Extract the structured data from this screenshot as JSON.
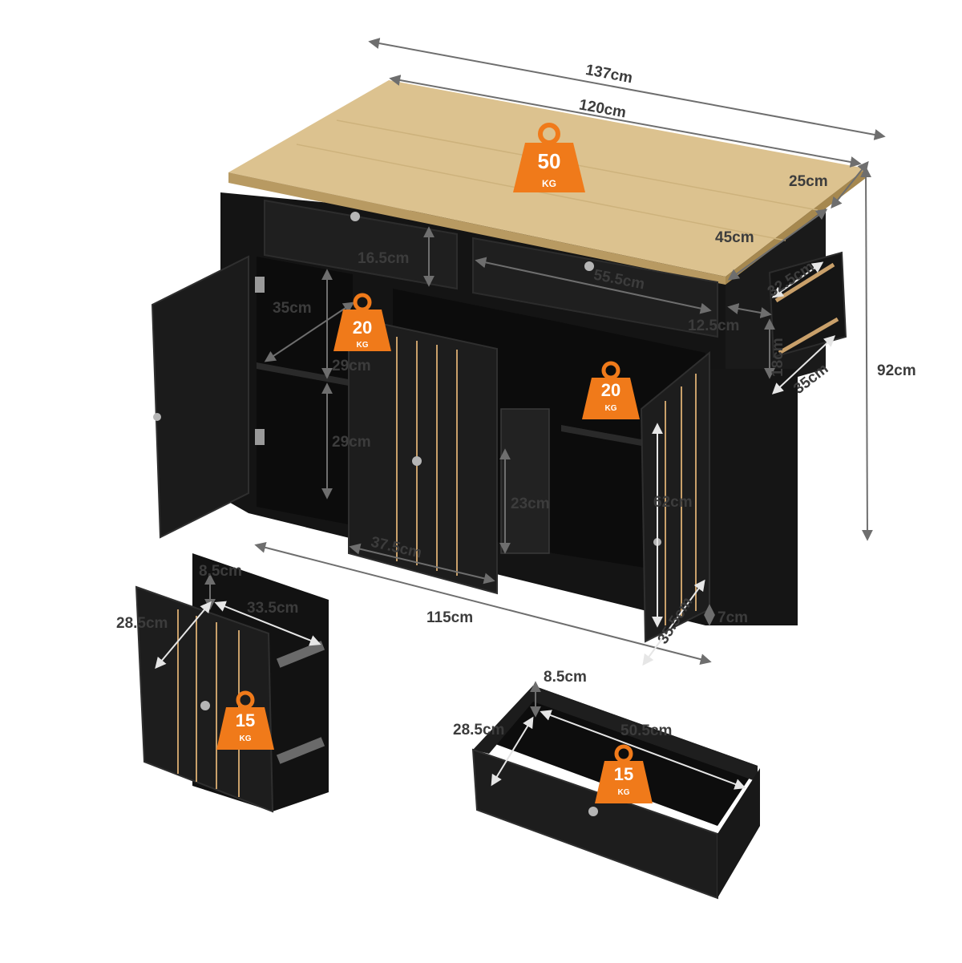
{
  "colors": {
    "cabinet": "#141414",
    "cabinet_panel": "#1f1f1f",
    "cabinet_edge": "#2c2c2c",
    "wood_top": "#dcc28f",
    "wood_edge": "#b89a62",
    "wood_strip": "#c9a06a",
    "badge_orange": "#f07a1a",
    "dimension_line": "#6e6e6e",
    "dimension_text": "#3c3c3c"
  },
  "load_badges": [
    {
      "id": "countertop",
      "value": "50",
      "unit": "KG"
    },
    {
      "id": "left-cabinet-shelf",
      "value": "20",
      "unit": "KG"
    },
    {
      "id": "right-cabinet-shelf",
      "value": "20",
      "unit": "KG"
    },
    {
      "id": "pull-out-cabinet",
      "value": "15",
      "unit": "KG"
    },
    {
      "id": "drawer",
      "value": "15",
      "unit": "KG"
    }
  ],
  "dimensions": {
    "overall_width_with_rack": "137cm",
    "top_width": "120cm",
    "top_overhang": "25cm",
    "top_depth": "45cm",
    "overall_height": "92cm",
    "top_drawer_height": "16.5cm",
    "wide_drawer_width": "55.5cm",
    "shelf_depth_left": "35cm",
    "shelf_upper_height": "29cm",
    "shelf_lower_height": "29cm",
    "rack_length": "32.5cm",
    "rack_width": "12.5cm",
    "rack_height": "18cm",
    "rack_depth": "35cm",
    "pullout_door_width": "37.5cm",
    "pullout_internal_height": "23cm",
    "right_door_height": "62cm",
    "base_width": "115cm",
    "base_depth": "35.5cm",
    "toe_kick_height": "7cm",
    "pullout_detail_height": "8.5cm",
    "pullout_detail_depth": "28.5cm",
    "pullout_detail_width": "33.5cm",
    "drawer_detail_height": "8.5cm",
    "drawer_detail_depth": "28.5cm",
    "drawer_detail_width": "50.5cm"
  }
}
